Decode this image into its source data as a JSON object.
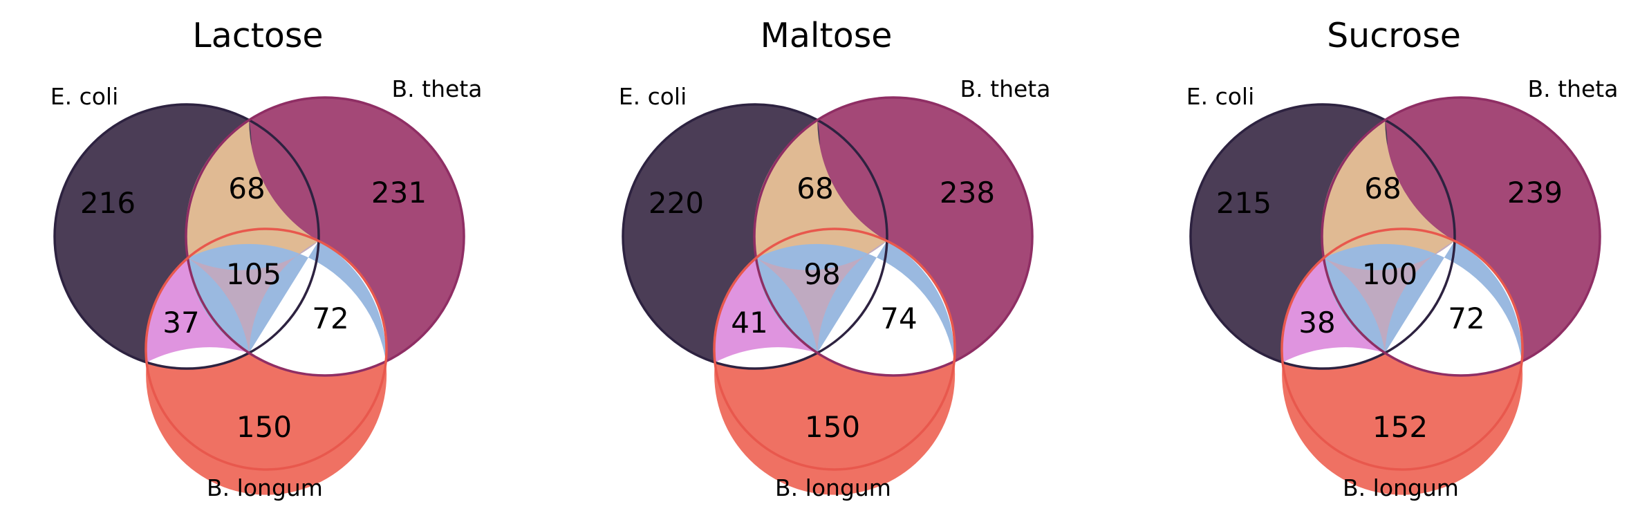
{
  "colors": {
    "e_coli_only": "#4b3d56",
    "b_theta_only": "#a44877",
    "b_longum_only": "#ef7163",
    "e_coli_b_theta": "#e0ba93",
    "e_coli_b_longum": "#df94df",
    "b_theta_b_longum": "#9ab9e0",
    "all_three": "#bfaac1",
    "e_coli_edge": "#2d2240",
    "b_theta_edge": "#8f2e64",
    "b_longum_edge": "#e8584d"
  },
  "venn": [
    {
      "title": "Lactose",
      "set_labels": [
        "E. coli",
        "B. theta",
        "B. longum"
      ],
      "counts": {
        "e_coli_only": 216,
        "b_theta_only": 231,
        "b_longum_only": 150,
        "e_coli_b_theta": 68,
        "e_coli_b_longum": 37,
        "b_theta_b_longum": 72,
        "all_three": 105
      }
    },
    {
      "title": "Maltose",
      "set_labels": [
        "E. coli",
        "B. theta",
        "B. longum"
      ],
      "counts": {
        "e_coli_only": 220,
        "b_theta_only": 238,
        "b_longum_only": 150,
        "e_coli_b_theta": 68,
        "e_coli_b_longum": 41,
        "b_theta_b_longum": 74,
        "all_three": 98
      }
    },
    {
      "title": "Sucrose",
      "set_labels": [
        "E. coli",
        "B. theta",
        "B. longum"
      ],
      "counts": {
        "e_coli_only": 215,
        "b_theta_only": 239,
        "b_longum_only": 152,
        "e_coli_b_theta": 68,
        "e_coli_b_longum": 38,
        "b_theta_b_longum": 72,
        "all_three": 100
      }
    }
  ]
}
